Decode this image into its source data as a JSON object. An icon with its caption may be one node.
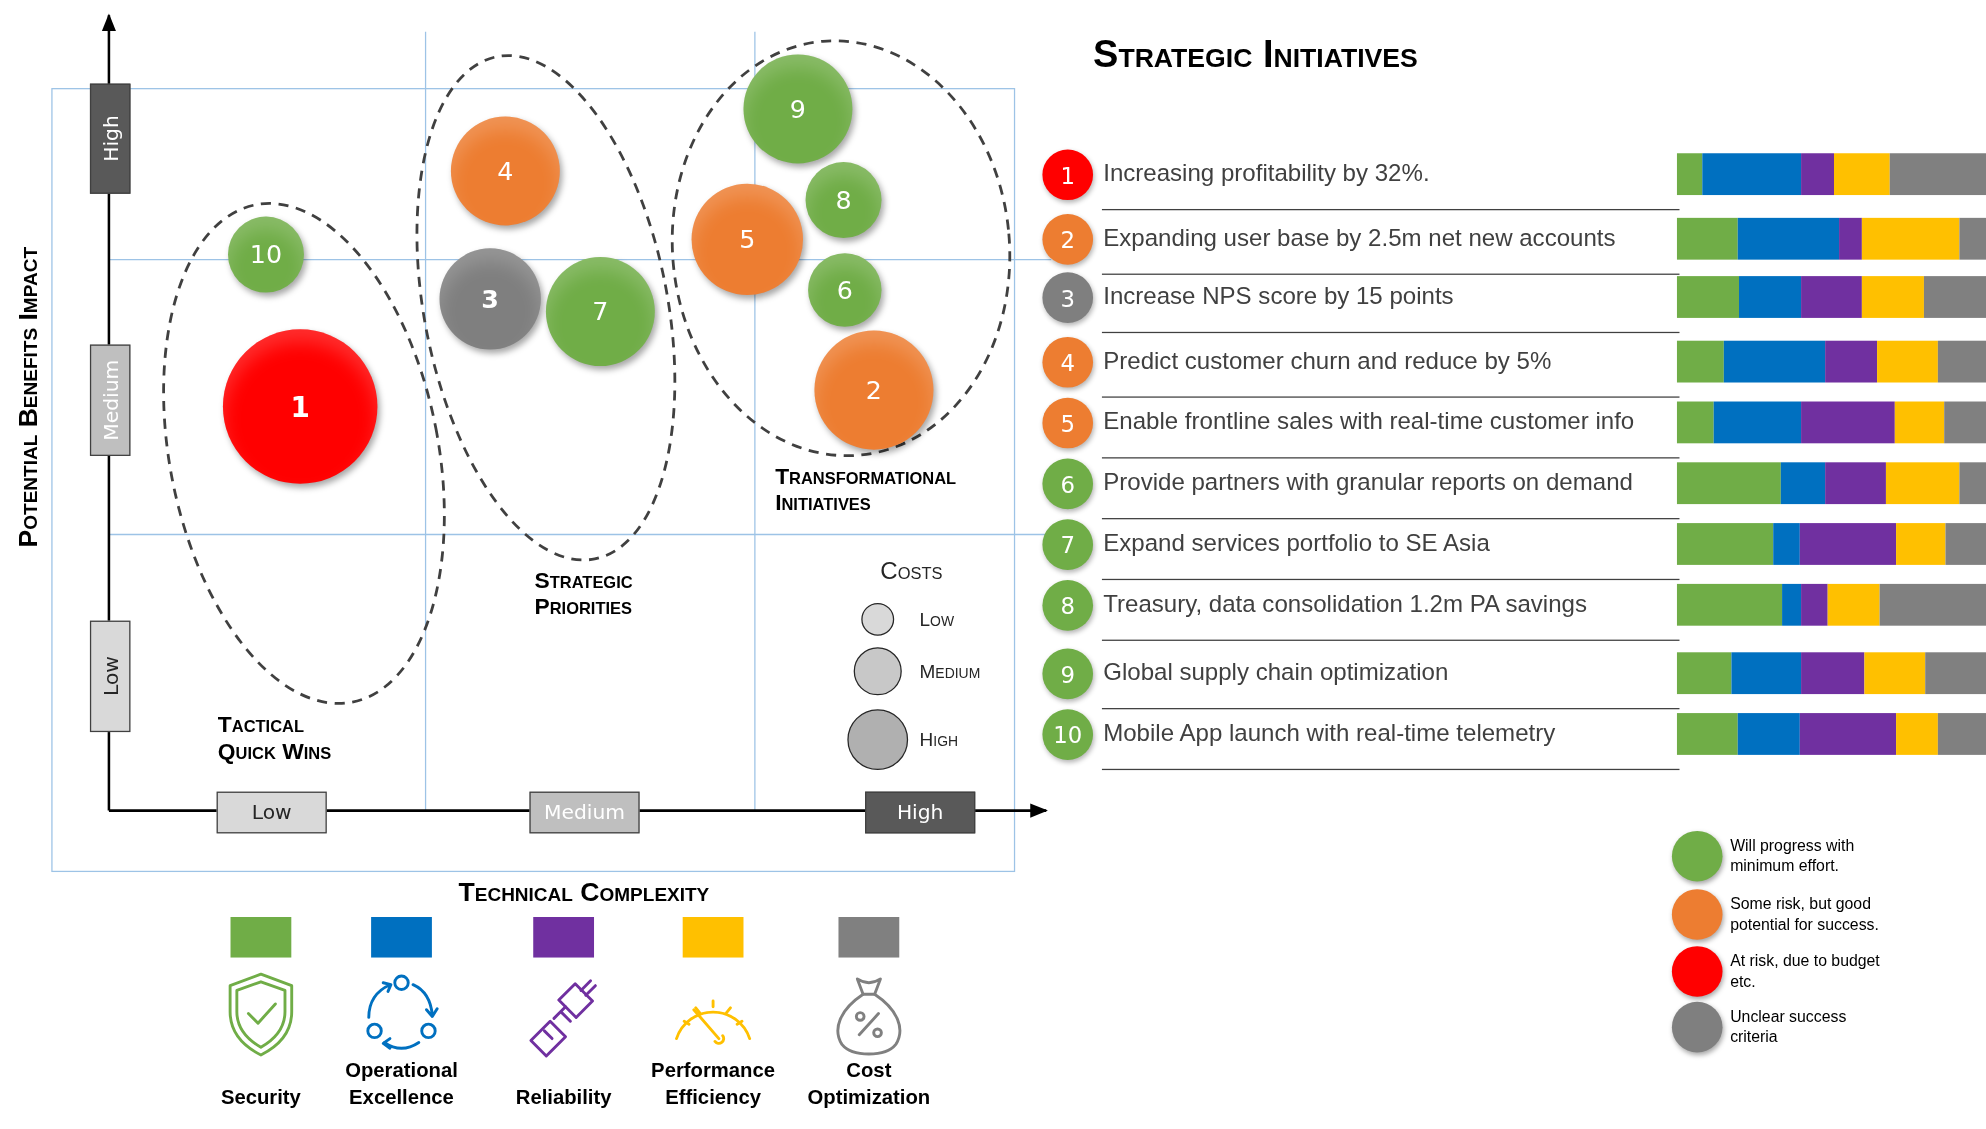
{
  "diagram": {
    "title": "Strategic Initiatives",
    "nodes": [
      {
        "text": [
          "Tactical Quick Wins"
        ]
      },
      {
        "text": [
          "10"
        ],
        "in": 0
      },
      {
        "text": [
          "1"
        ],
        "in": 0
      },
      {
        "text": [
          "Strategic Priorities"
        ]
      },
      {
        "text": [
          "4"
        ],
        "in": 3
      },
      {
        "text": [
          "3"
        ],
        "in": 3
      },
      {
        "text": [
          "7"
        ],
        "in": 3
      },
      {
        "text": [
          "Transformational Initiatives"
        ]
      },
      {
        "text": [
          "9"
        ],
        "in": 7
      },
      {
        "text": [
          "8"
        ],
        "in": 7
      },
      {
        "text": [
          "5"
        ],
        "in": 7
      },
      {
        "text": [
          "6"
        ],
        "in": 7
      },
      {
        "text": [
          "2"
        ],
        "in": 7
      },
      {
        "text": [
          "High"
        ]
      },
      {
        "text": [
          "Medium"
        ]
      },
      {
        "text": [
          "Low"
        ]
      },
      {
        "text": [
          "Low"
        ]
      },
      {
        "text": [
          "Medium"
        ]
      },
      {
        "text": [
          "High"
        ]
      },
      {
        "text": [
          "1"
        ],
        "beside": [
          "Increasing profitability by 32%."
        ]
      },
      {
        "text": [
          "2"
        ],
        "beside": [
          "Expanding user base by 2.5m net new accounts"
        ]
      },
      {
        "text": [
          "3"
        ],
        "beside": [
          "Increase NPS score by 15 points"
        ]
      },
      {
        "text": [
          "4"
        ],
        "beside": [
          "Predict customer churn and reduce by 5%"
        ]
      },
      {
        "text": [
          "5"
        ],
        "beside": [
          "Enable frontline sales with real-time customer info"
        ]
      },
      {
        "text": [
          "6"
        ],
        "beside": [
          "Provide partners with granular reports on demand"
        ]
      },
      {
        "text": [
          "7"
        ],
        "beside": [
          "Expand services portfolio to SE Asia"
        ]
      },
      {
        "text": [
          "8"
        ],
        "beside": [
          "Treasury, data consolidation 1.2m PA savings"
        ]
      },
      {
        "text": [
          "9"
        ],
        "beside": [
          "Global supply chain optimization"
        ]
      },
      {
        "text": [
          "10"
        ],
        "beside": [
          "Mobile App launch with real-time telemetry"
        ]
      }
    ],
    "labels": [
      "Potential Benefits Impact",
      "Costs",
      "Technical Complexity"
    ],
    "legend": [
      {
        "text": "Low"
      },
      {
        "text": "Medium"
      },
      {
        "text": "High"
      },
      {
        "text": "Security",
        "color": "#70ad47"
      },
      {
        "text": "Operational Excellence",
        "color": "#0070c0"
      },
      {
        "text": "Reliability",
        "color": "#7030a0"
      },
      {
        "text": "Performance Efficiency",
        "color": "#ffc000"
      },
      {
        "text": "Cost Optimization",
        "color": "#808080"
      },
      {
        "text": "Will progress with minimum effort.",
        "color": "#70ad47"
      },
      {
        "text": "Some risk, but good potential for success.",
        "color": "#ed7d31"
      },
      {
        "text": "At risk, due to budget etc.",
        "color": "#ff0000"
      },
      {
        "text": "Unclear success criteria",
        "color": "#7f7f7f"
      }
    ]
  }
}
